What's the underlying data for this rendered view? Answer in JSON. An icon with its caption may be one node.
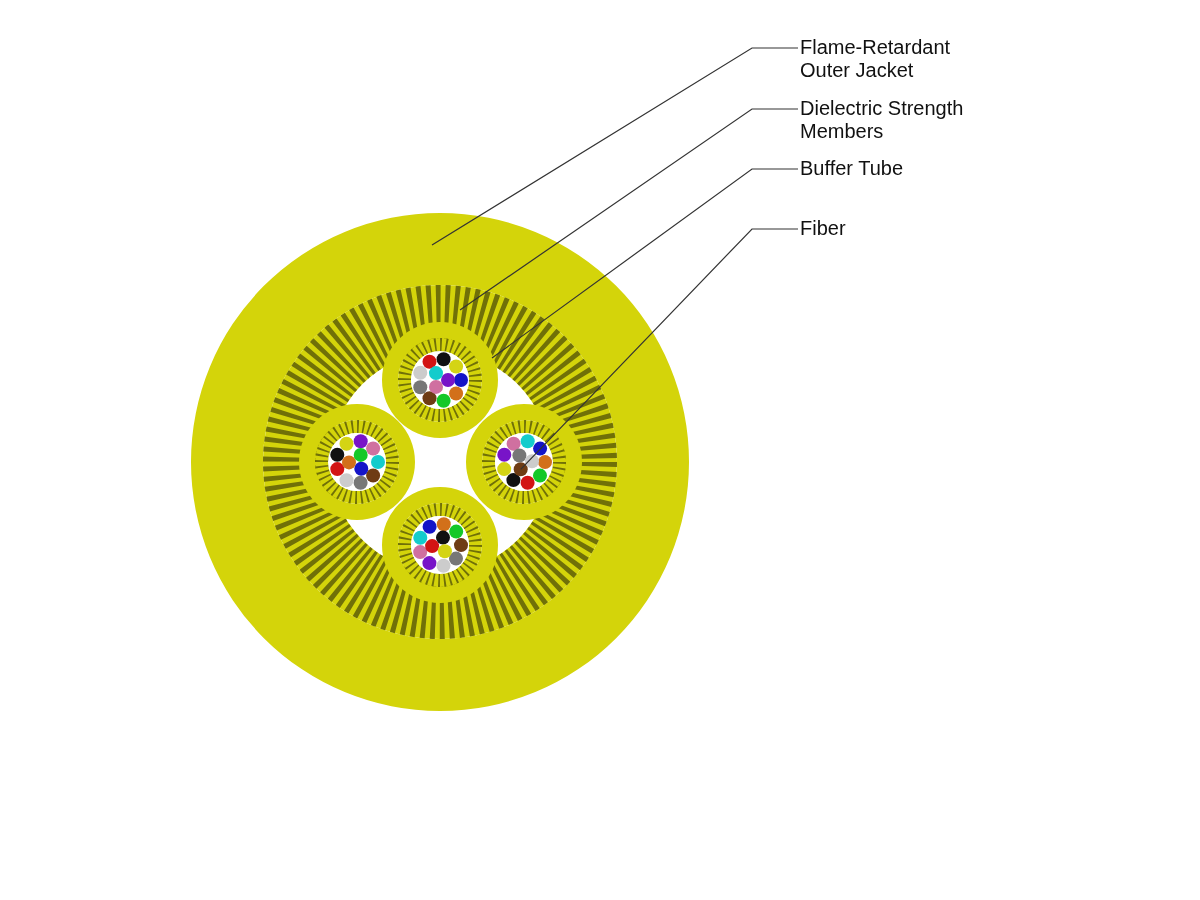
{
  "diagram": {
    "nodes": [
      {
        "text": [
          "Flame-Retardant Outer Jacket"
        ]
      },
      {
        "text": [
          "Dielectric Strength Members"
        ]
      },
      {
        "text": [
          "Buffer Tube"
        ]
      },
      {
        "text": [
          "Fiber"
        ]
      },
      {
        "text": [],
        "shape": "picture"
      },
      {
        "text": [],
        "shape": "picture",
        "in": 4
      },
      {
        "text": [],
        "shape": "circle",
        "in": 5
      },
      {
        "text": [],
        "shape": "circle",
        "in": 6
      },
      {
        "text": [],
        "shape": "circle",
        "in": 6
      },
      {
        "text": [],
        "shape": "circle",
        "in": 6
      },
      {
        "text": [],
        "shape": "circle",
        "in": 6
      },
      {
        "text": [],
        "shape": "circle",
        "in": 6
      },
      {
        "text": [],
        "shape": "circle",
        "in": 6
      },
      {
        "text": [],
        "shape": "circle",
        "in": 6
      },
      {
        "text": [],
        "shape": "circle",
        "in": 6
      },
      {
        "text": [],
        "shape": "circle",
        "in": 6
      },
      {
        "text": [],
        "shape": "circle",
        "in": 6
      },
      {
        "text": [],
        "shape": "circle",
        "in": 6
      },
      {
        "text": [],
        "shape": "circle",
        "in": 6
      },
      {
        "text": [],
        "shape": "circle",
        "in": 5
      },
      {
        "text": [],
        "shape": "circle",
        "in": 19
      },
      {
        "text": [],
        "shape": "circle",
        "in": 19
      },
      {
        "text": [],
        "shape": "circle",
        "in": 19
      },
      {
        "text": [],
        "shape": "circle",
        "in": 19
      },
      {
        "text": [],
        "shape": "circle",
        "in": 19
      },
      {
        "text": [],
        "shape": "circle",
        "in": 19
      },
      {
        "text": [],
        "shape": "circle",
        "in": 19
      },
      {
        "text": [],
        "shape": "circle",
        "in": 19
      },
      {
        "text": [],
        "shape": "circle",
        "in": 19
      },
      {
        "text": [],
        "shape": "circle",
        "in": 19
      },
      {
        "text": [],
        "shape": "circle",
        "in": 19
      },
      {
        "text": [],
        "shape": "circle",
        "in": 19
      },
      {
        "text": [],
        "shape": "circle",
        "in": 5
      },
      {
        "text": [],
        "shape": "circle",
        "in": 32
      },
      {
        "text": [],
        "shape": "circle",
        "in": 32
      },
      {
        "text": [],
        "shape": "circle",
        "in": 32
      },
      {
        "text": [],
        "shape": "circle",
        "in": 32
      },
      {
        "text": [],
        "shape": "circle",
        "in": 32
      },
      {
        "text": [],
        "shape": "circle",
        "in": 32
      },
      {
        "text": [],
        "shape": "circle",
        "in": 32
      },
      {
        "text": [],
        "shape": "circle",
        "in": 32
      },
      {
        "text": [],
        "shape": "circle",
        "in": 32
      },
      {
        "text": [],
        "shape": "circle",
        "in": 32
      },
      {
        "text": [],
        "shape": "circle",
        "in": 32
      },
      {
        "text": [],
        "shape": "circle",
        "in": 32
      },
      {
        "text": [],
        "shape": "circle",
        "in": 5
      },
      {
        "text": [],
        "shape": "circle",
        "in": 45
      },
      {
        "text": [],
        "shape": "circle",
        "in": 45
      },
      {
        "text": [],
        "shape": "circle",
        "in": 45
      },
      {
        "text": [],
        "shape": "circle",
        "in": 45
      },
      {
        "text": [],
        "shape": "circle",
        "in": 45
      },
      {
        "text": [],
        "shape": "circle",
        "in": 45
      },
      {
        "text": [],
        "shape": "circle",
        "in": 45
      },
      {
        "text": [],
        "shape": "circle",
        "in": 45
      },
      {
        "text": [],
        "shape": "circle",
        "in": 45
      },
      {
        "text": [],
        "shape": "circle",
        "in": 45
      },
      {
        "text": [],
        "shape": "circle",
        "in": 45
      },
      {
        "text": [],
        "shape": "circle",
        "in": 45
      }
    ],
    "edges": [
      {
        "from": 0,
        "to": 4,
        "arrow": "none"
      },
      {
        "from": 1,
        "to": 5,
        "arrow": "none"
      },
      {
        "from": 2,
        "to": 6,
        "arrow": "none"
      },
      {
        "from": 3,
        "to": 42,
        "arrow": "none"
      }
    ]
  }
}
